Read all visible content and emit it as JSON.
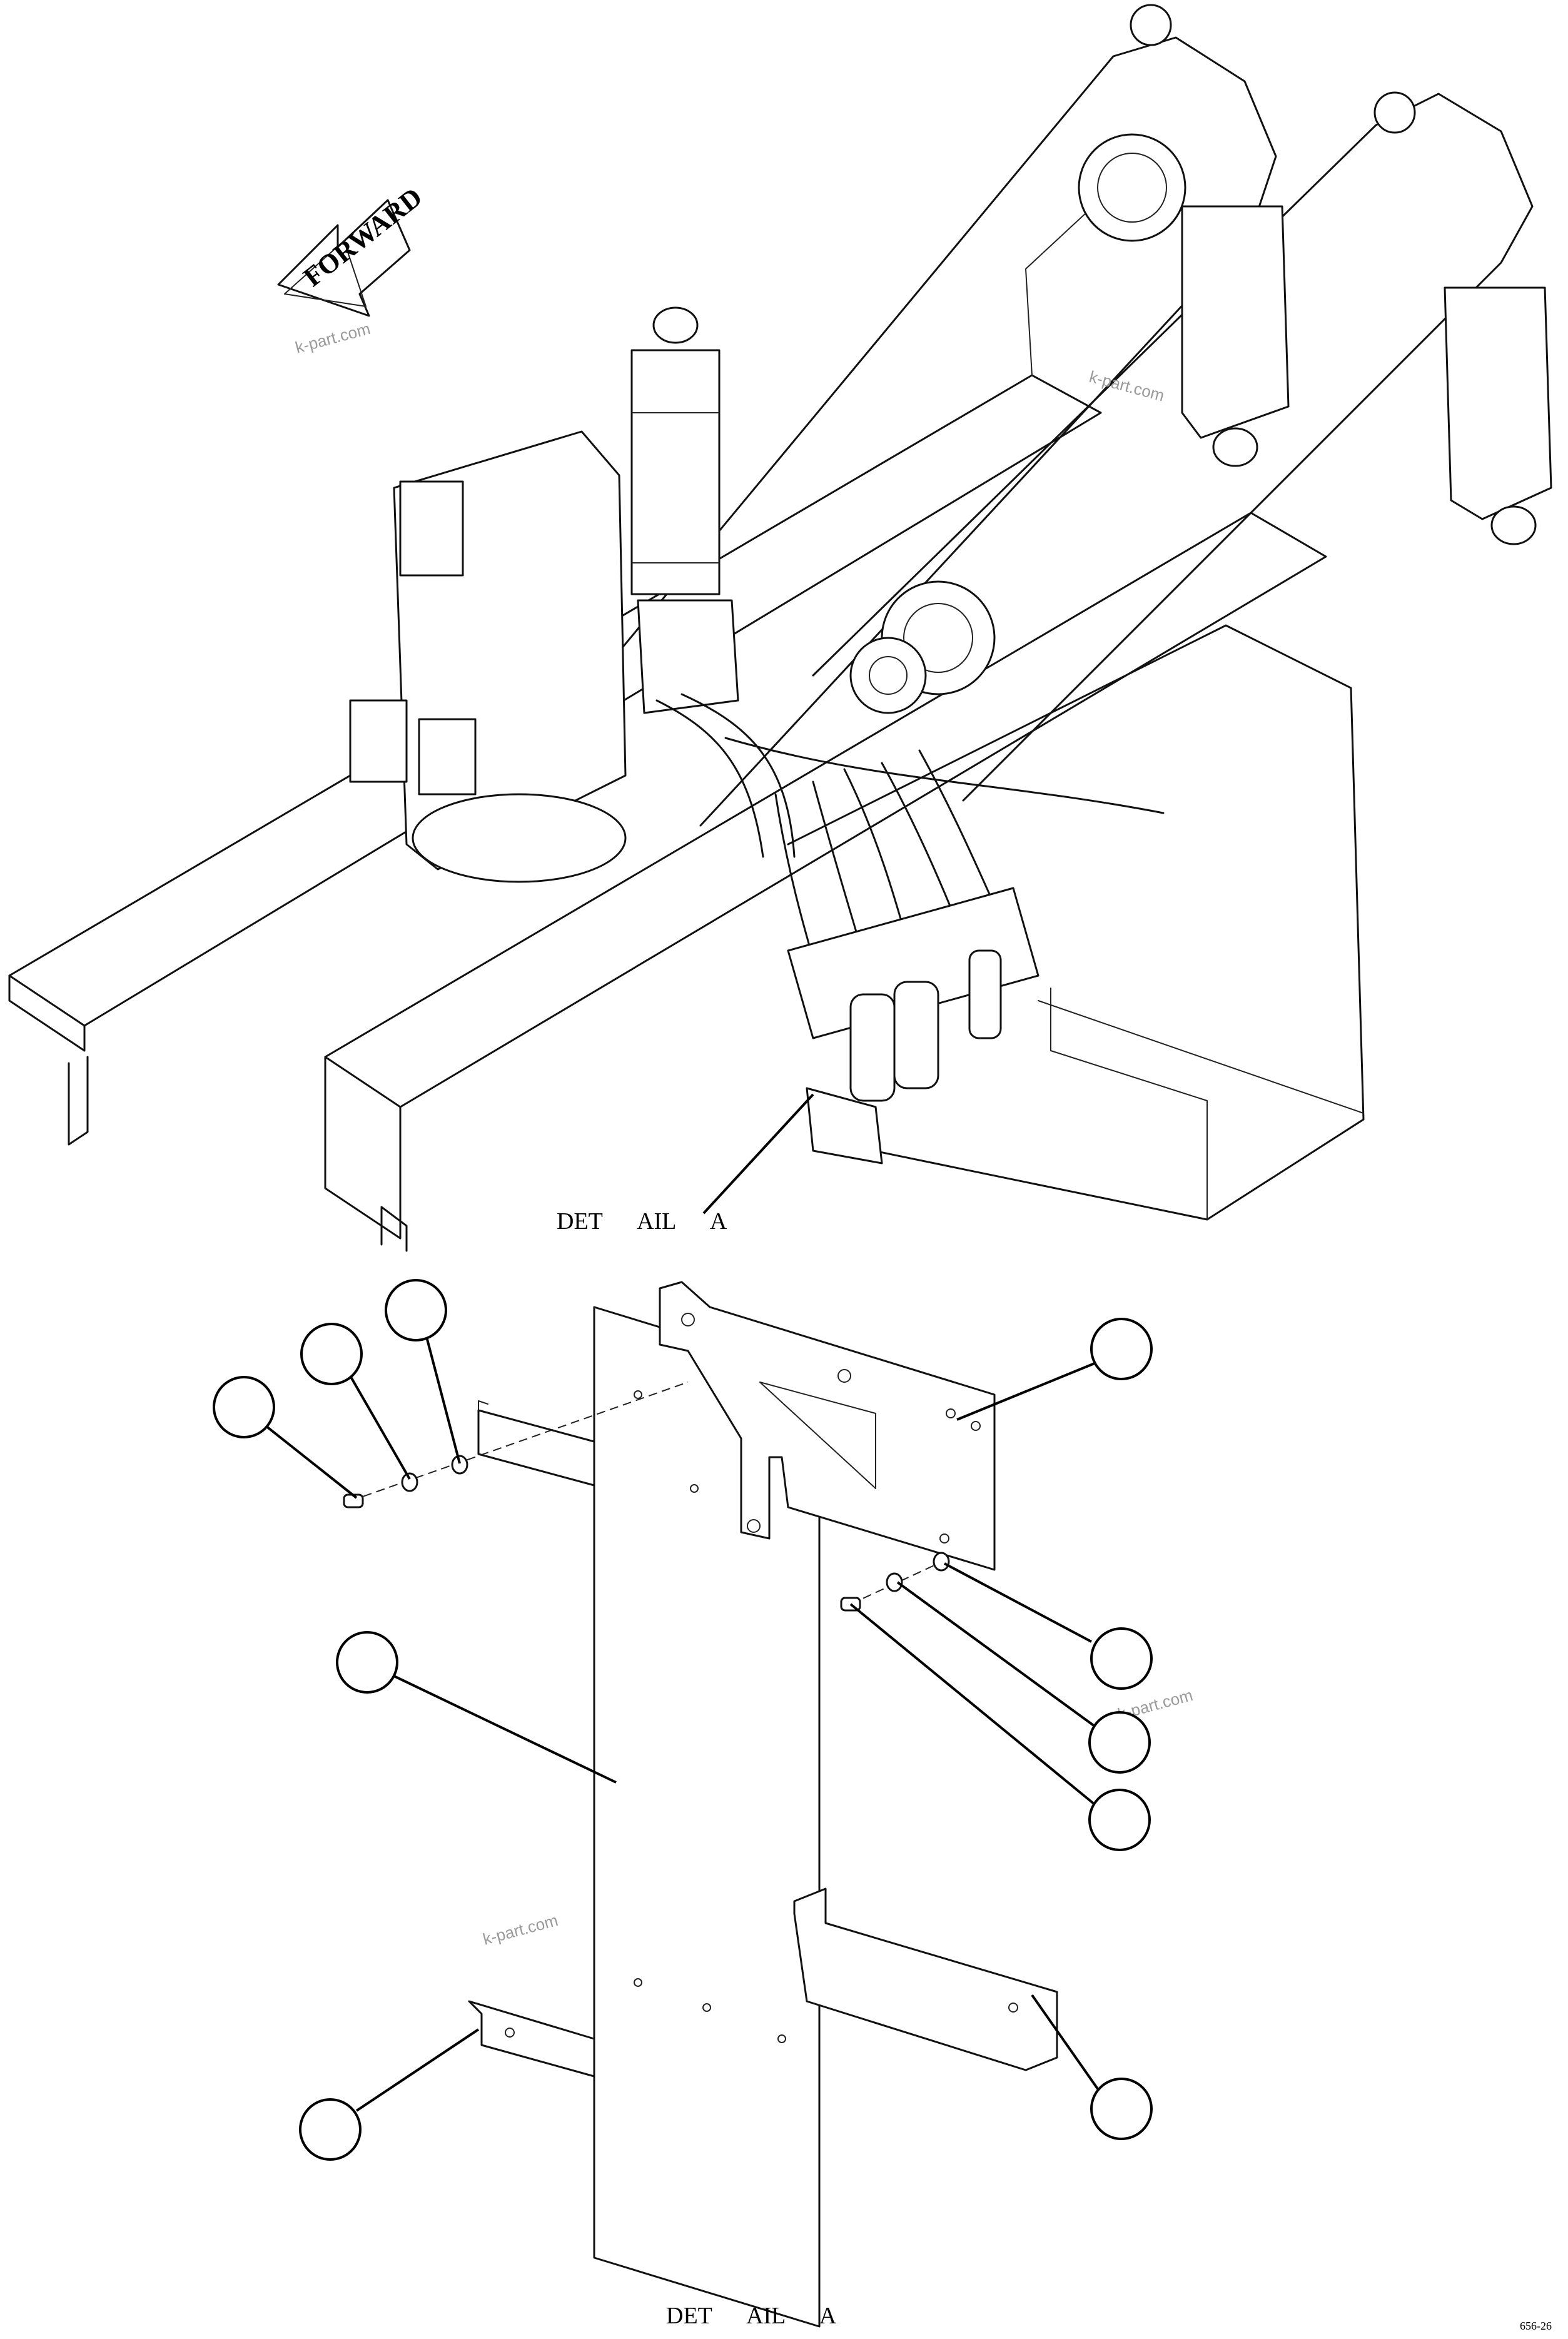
{
  "drawing": {
    "forward_arrow_label": "FORWARD",
    "detail_label_top": "DET      AIL      A",
    "detail_label_bottom": "DET      AIL      A",
    "watermark": "k-part.com",
    "sheet_code": "656-26"
  },
  "callouts": [
    {
      "id": "callout-1",
      "label": ""
    },
    {
      "id": "callout-2",
      "label": ""
    },
    {
      "id": "callout-3",
      "label": ""
    },
    {
      "id": "callout-4",
      "label": ""
    },
    {
      "id": "callout-5",
      "label": ""
    },
    {
      "id": "callout-6",
      "label": ""
    },
    {
      "id": "callout-7",
      "label": ""
    },
    {
      "id": "callout-8",
      "label": ""
    },
    {
      "id": "callout-9",
      "label": ""
    },
    {
      "id": "callout-10",
      "label": ""
    }
  ]
}
